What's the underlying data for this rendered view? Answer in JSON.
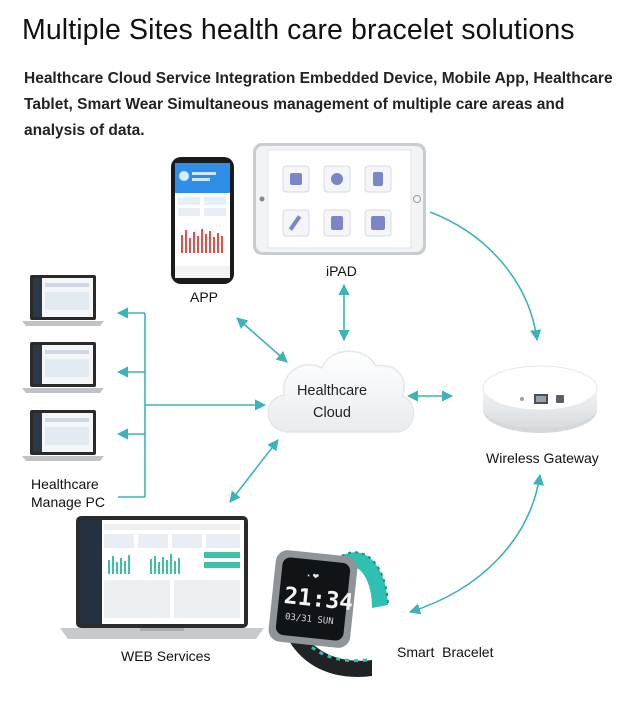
{
  "title": "Multiple Sites health care bracelet solutions",
  "subtitle": "Healthcare Cloud Service Integration Embedded Device, Mobile App, Healthcare Tablet, Smart Wear Simultaneous management of multiple care areas and analysis of data.",
  "nodes": {
    "app": "APP",
    "ipad": "iPAD",
    "cloud_line1": "Healthcare",
    "cloud_line2": "Cloud",
    "gateway": "Wireless Gateway",
    "pc_line1": "Healthcare",
    "pc_line2": "Manage PC",
    "web": "WEB Services",
    "bracelet": "Smart  Bracelet"
  },
  "watch": {
    "time": "21:34",
    "date": "03/31 SUN"
  },
  "colors": {
    "arrow": "#3bb3b8",
    "watch_band": "#2fbfb3",
    "dark_panel": "#1f2a36"
  }
}
